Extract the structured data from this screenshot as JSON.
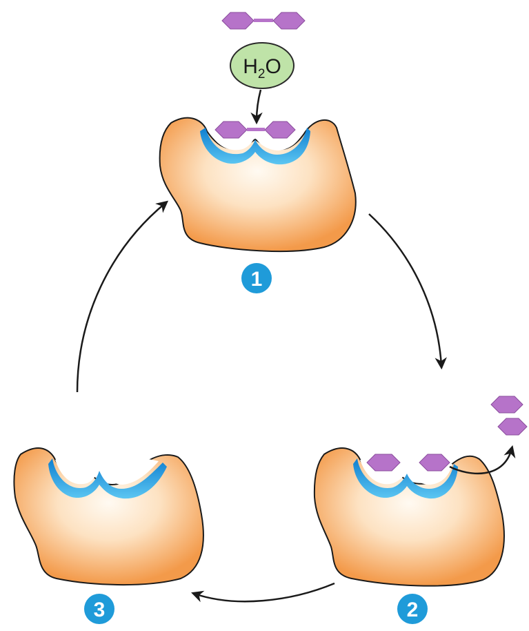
{
  "water_label": {
    "main": "H",
    "subscript": "2",
    "tail": "O"
  },
  "steps": [
    {
      "number": "1"
    },
    {
      "number": "2"
    },
    {
      "number": "3"
    }
  ],
  "colors": {
    "enzyme": "#f4a259",
    "enzyme_highlight": "#fff8ee",
    "active_site": "#1ea0e0",
    "substrate": "#b673c9",
    "water_oval": "#bfe3a8",
    "step_badge": "#1f9bd9",
    "arrow": "#1a1a1a"
  }
}
